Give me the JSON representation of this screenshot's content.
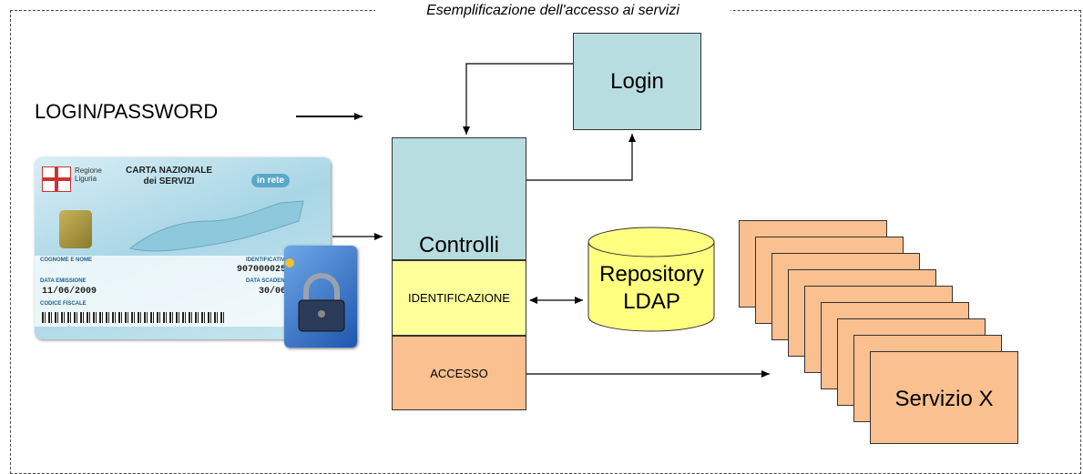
{
  "diagram": {
    "title": "Esemplificazione dell'accesso ai servizi",
    "login_password_label": "LOGIN/PASSWORD",
    "login_box": "Login",
    "controlli": "Controlli",
    "identificazione": "IDENTIFICAZIONE",
    "accesso": "ACCESSO",
    "repository_line1": "Repository",
    "repository_line2": "LDAP",
    "servizio": "Servizio X"
  },
  "card": {
    "region": "Regione\nLiguria",
    "title": "CARTA NAZIONALE\ndei SERVIZI",
    "badge": "in rete",
    "surname_label": "COGNOME E NOME",
    "ident_label": "IDENTIFICATIVO",
    "ident_value": "90700002521",
    "issue_label": "DATA EMISSIONE",
    "issue_value": "11/06/2009",
    "expiry_label": "DATA SCADENZA",
    "expiry_value": "30/06",
    "fiscal_label": "CODICE FISCALE"
  },
  "colors": {
    "teal": "#b7dde1",
    "yellow": "#ffff99",
    "orange": "#fac090",
    "cylinder": "#ffff80"
  }
}
